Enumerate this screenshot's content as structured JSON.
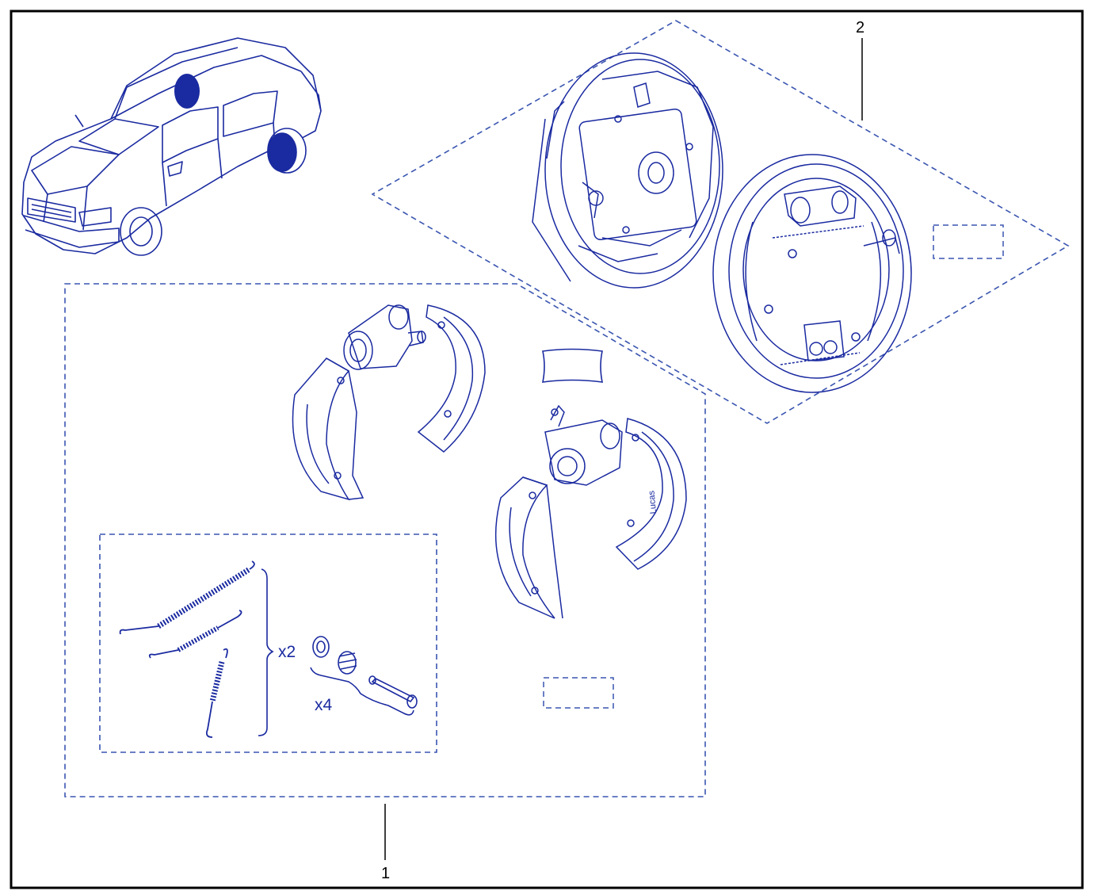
{
  "callouts": {
    "kit_1": "1",
    "kit_2": "2"
  },
  "quantities": {
    "springs": "x2",
    "pins": "x4"
  },
  "engraving": {
    "brand_mark": "Lucas"
  },
  "colors": {
    "line": "#1a2aa0",
    "dash": "#3a55b0",
    "frame": "#000000",
    "background": "#ffffff"
  },
  "icons": {
    "car": "sedan-car-icon",
    "drum_plate": "brake-backing-plate-icon",
    "wheel_cylinder": "wheel-cylinder-icon",
    "brake_shoe": "brake-shoe-icon",
    "spring": "spring-icon",
    "pin": "pin-icon",
    "cup": "retainer-cup-icon",
    "label": "kit-label-placeholder-icon"
  }
}
